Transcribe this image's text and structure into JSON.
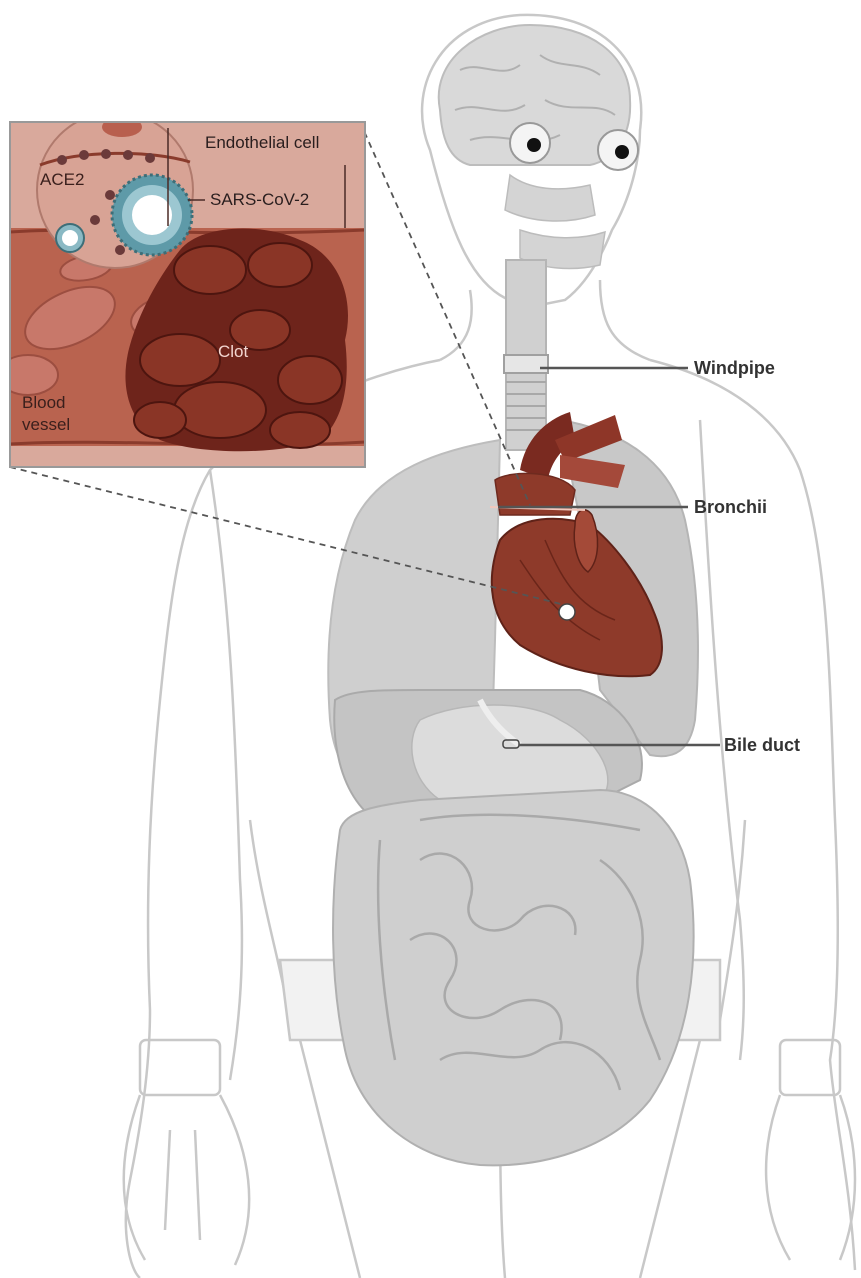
{
  "labels": {
    "windpipe": "Windpipe",
    "bronchii": "Bronchii",
    "bile_duct": "Bile duct"
  },
  "inset": {
    "endothelial_cell": "Endothelial cell",
    "ace2": "ACE2",
    "sars_cov_2": "SARS-CoV-2",
    "clot": "Clot",
    "blood_vessel_line1": "Blood",
    "blood_vessel_line2": "vessel"
  },
  "colors": {
    "outline": "#c8c8c8",
    "organ_gray": "#cfcfcf",
    "organ_gray_dark": "#b9b9b9",
    "heart": "#8e3a2a",
    "vessel_wall": "#c98a7e",
    "blood_plasma": "#b5604f",
    "clot": "#6e241b",
    "leader_line": "#555555"
  }
}
